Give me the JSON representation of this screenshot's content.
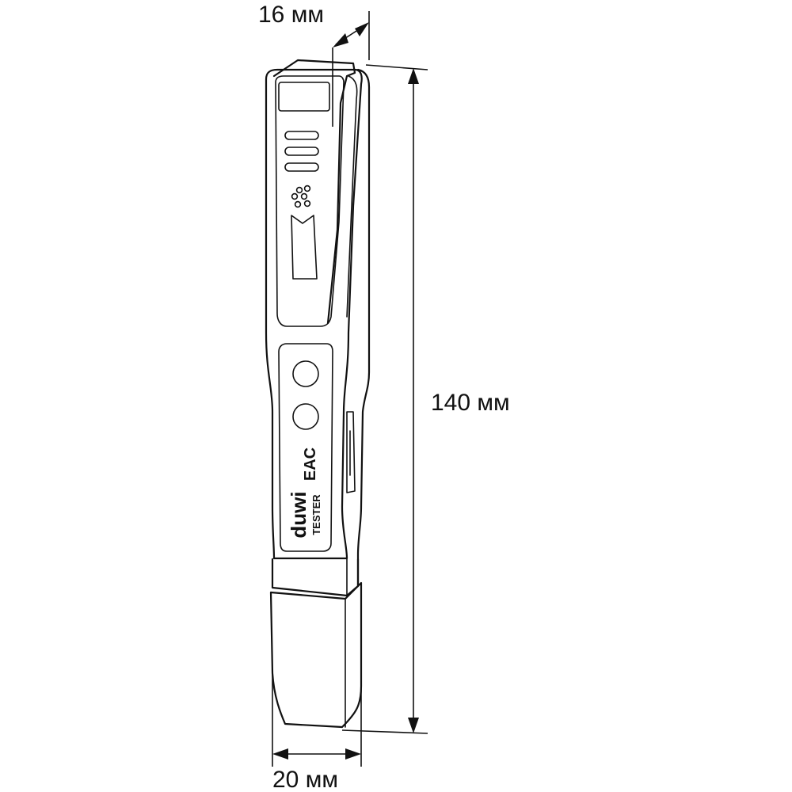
{
  "dimensions": {
    "depth": {
      "value": 16,
      "unit": "мм",
      "label": "16 мм"
    },
    "length": {
      "value": 140,
      "unit": "мм",
      "label": "140 мм"
    },
    "width": {
      "value": 20,
      "unit": "мм",
      "label": "20 мм"
    }
  },
  "device": {
    "brand": "duwi",
    "model_label": "TESTER",
    "certification_mark": "EAC"
  },
  "colors": {
    "line": "#111111",
    "background": "#ffffff"
  }
}
